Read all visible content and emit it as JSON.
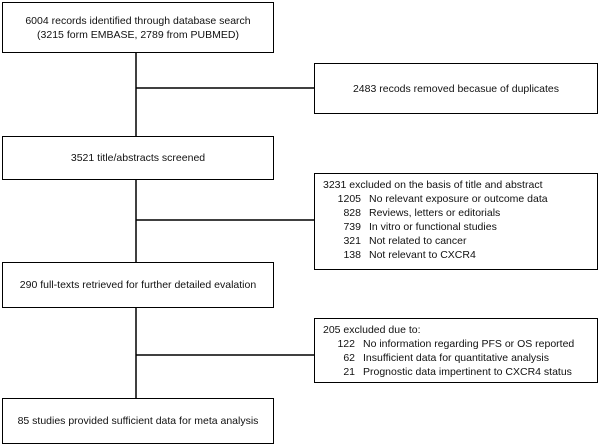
{
  "boxes": {
    "identified": {
      "line1": "6004 records identified through database search",
      "line2": "(3215 form EMBASE, 2789 from PUBMED)"
    },
    "duplicates": {
      "text": "2483 recods removed  becasue of duplicates"
    },
    "screened": {
      "text": "3521 title/abstracts screened"
    },
    "excluded_title": {
      "title": "3231 excluded on the basis of title and abstract",
      "items": [
        {
          "count": "1205",
          "reason": "No relevant exposure or outcome data"
        },
        {
          "count": "828",
          "reason": "Reviews, letters or editorials"
        },
        {
          "count": "739",
          "reason": "In vitro or functional studies"
        },
        {
          "count": "321",
          "reason": "Not related to cancer"
        },
        {
          "count": "138",
          "reason": "Not relevant to CXCR4"
        }
      ]
    },
    "fulltexts": {
      "text": "290 full-texts retrieved for further detailed evalation"
    },
    "excluded_fulltext": {
      "title": "205 excluded due to:",
      "items": [
        {
          "count": "122",
          "reason": "No information regarding PFS or OS reported"
        },
        {
          "count": "62",
          "reason": "Insufficient data for quantitative analysis"
        },
        {
          "count": "21",
          "reason": "Prognostic data impertinent to CXCR4 status"
        }
      ]
    },
    "included": {
      "text": "85 studies provided sufficient data for meta analysis"
    }
  }
}
